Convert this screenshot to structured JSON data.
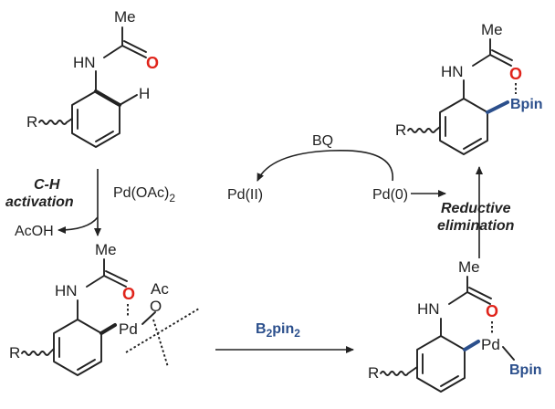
{
  "labels": {
    "me": "Me",
    "hn": "HN",
    "o": "O",
    "h": "H",
    "r": "R",
    "pd": "Pd",
    "ac": "Ac",
    "bpin": "Bpin",
    "b2pin2_b": "B",
    "b2pin2_2a": "2",
    "b2pin2_pin": "pin",
    "b2pin2_2b": "2",
    "ch_activation_1": "C-H",
    "ch_activation_2": "activation",
    "pd_oac2": "Pd(OAc)",
    "pd_oac2_sub": "2",
    "acoh": "AcOH",
    "bq": "BQ",
    "pd_ii": "Pd(II)",
    "pd_0": "Pd(0)",
    "reductive_1": "Reductive",
    "reductive_2": "elimination"
  },
  "colors": {
    "oxygen": "#e0241b",
    "boron": "#2b4f8c",
    "ink": "#222222"
  }
}
